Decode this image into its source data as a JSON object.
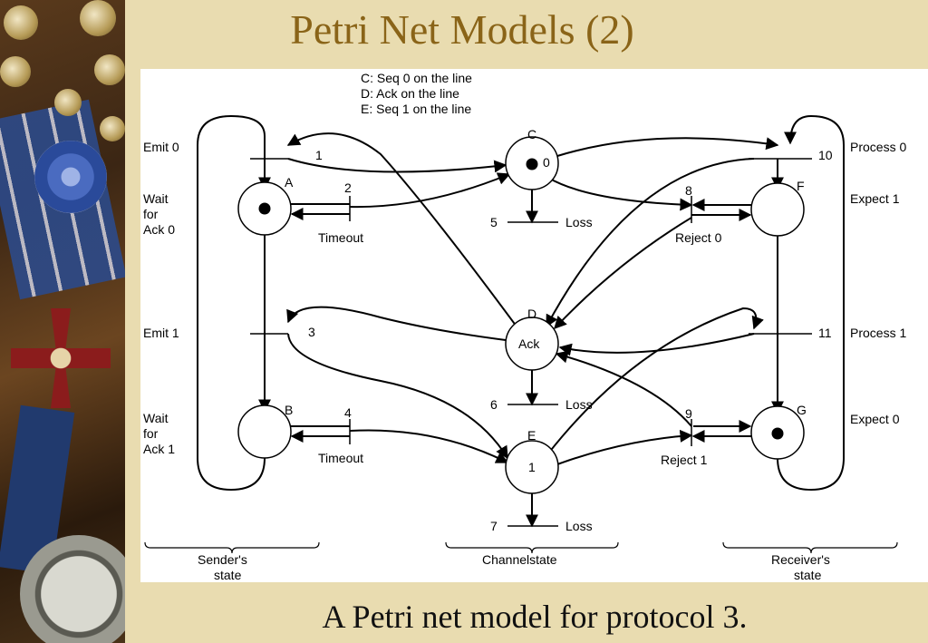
{
  "title": "Petri Net Models (2)",
  "caption": "A Petri net model for protocol 3.",
  "legend": [
    "C: Seq 0 on the line",
    "D: Ack on the line",
    "E: Seq 1 on the line"
  ],
  "places": {
    "A": {
      "label": "A",
      "token": true
    },
    "B": {
      "label": "B",
      "token": false
    },
    "C": {
      "label": "C",
      "token": true,
      "inner": "0"
    },
    "D": {
      "label": "D",
      "token": false,
      "inner": "Ack"
    },
    "E": {
      "label": "E",
      "token": false,
      "inner": "1"
    },
    "F": {
      "label": "F",
      "token": false
    },
    "G": {
      "label": "G",
      "token": true
    }
  },
  "transitions": {
    "t1": "1",
    "t2": "2",
    "t3": "3",
    "t4": "4",
    "t5": "5",
    "t6": "6",
    "t7": "7",
    "t8": "8",
    "t9": "9",
    "t10": "10",
    "t11": "11"
  },
  "transition_labels": {
    "timeout_a": "Timeout",
    "timeout_b": "Timeout",
    "loss5": "Loss",
    "loss6": "Loss",
    "loss7": "Loss",
    "reject0": "Reject 0",
    "reject1": "Reject 1"
  },
  "left_labels": {
    "emit0": "Emit 0",
    "wait0": [
      "Wait",
      "for",
      "Ack 0"
    ],
    "emit1": "Emit 1",
    "wait1": [
      "Wait",
      "for",
      "Ack 1"
    ]
  },
  "right_labels": {
    "process0": "Process 0",
    "expect1": "Expect 1",
    "process1": "Process 1",
    "expect0": "Expect 0"
  },
  "group_labels": {
    "sender": [
      "Sender's",
      "state"
    ],
    "channel": "Channelstate",
    "receiver": [
      "Receiver's",
      "state"
    ]
  }
}
